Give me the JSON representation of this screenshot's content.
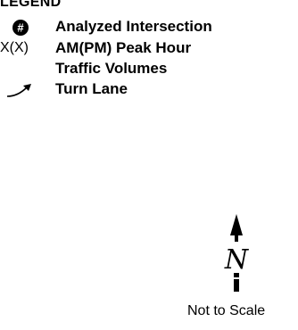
{
  "legend": {
    "title": "LEGEND",
    "items": [
      {
        "icon": "analyzed-intersection-icon",
        "symbol_text": "#",
        "label": "Analyzed Intersection"
      },
      {
        "symbol_text": "X(X)",
        "label": "AM(PM) Peak Hour",
        "label_line2": "Traffic Volumes"
      },
      {
        "icon": "turn-lane-arrow-icon",
        "label": "Turn Lane"
      }
    ]
  },
  "north_arrow": {
    "letter": "N"
  },
  "scale_note": "Not to Scale"
}
